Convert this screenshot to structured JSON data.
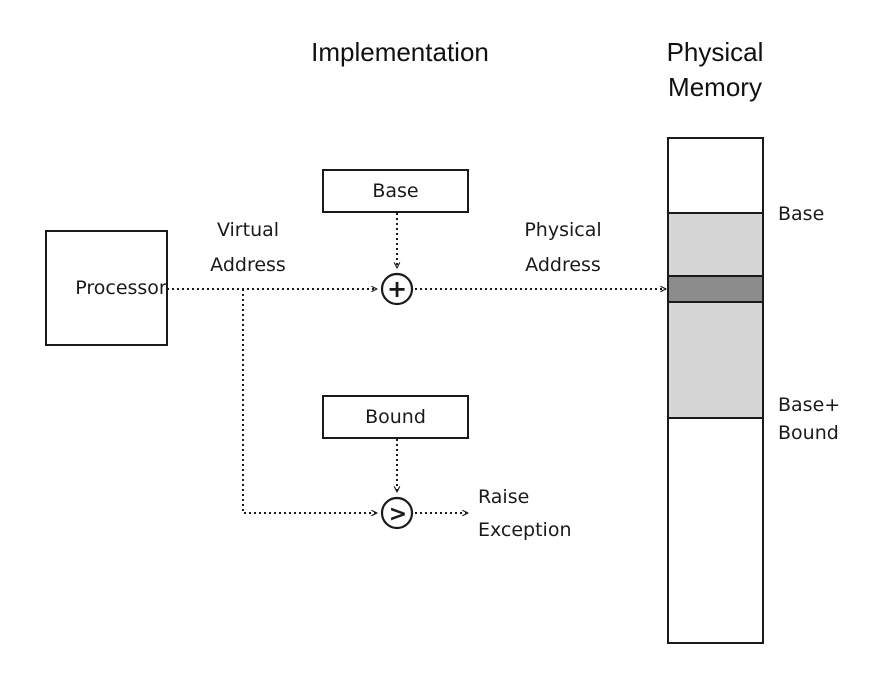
{
  "diagram": {
    "title": "Implementation",
    "memory_title": [
      "Physical",
      "Memory"
    ],
    "processor_label": "Processor",
    "base_register_label": "Base",
    "bound_register_label": "Bound",
    "virtual_address_label": [
      "Virtual",
      "Address"
    ],
    "physical_address_label": [
      "Physical",
      "Address"
    ],
    "adder_symbol": "+",
    "comparator_symbol": ">",
    "exception_label": [
      "Raise",
      "Exception"
    ],
    "memory_base_label": "Base",
    "memory_bound_label": [
      "Base+",
      "Bound"
    ]
  },
  "colors": {
    "stroke": "#1a1a1a",
    "segment_fill": "#d6d6d6",
    "accessed_fill": "#8c8c8c",
    "background": "#ffffff"
  }
}
